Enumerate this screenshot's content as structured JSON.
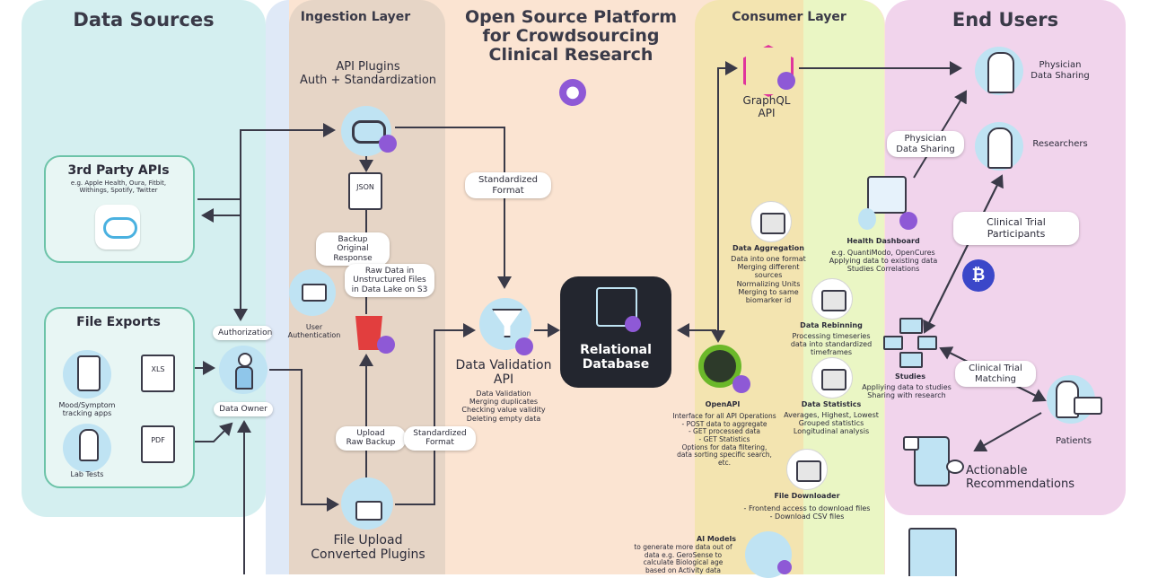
{
  "lanes": {
    "data_sources": "Data Sources",
    "ingestion": "Ingestion Layer",
    "consumer": "Consumer Layer",
    "end_users": "End Users"
  },
  "title": [
    "Open Source Platform",
    "for Crowdsourcing",
    "Clinical Research"
  ],
  "third_party": {
    "title": "3rd Party APIs",
    "subtitle": [
      "e.g. Apple Health, Oura, Fitbit,",
      "Withings, Spotify, Twitter"
    ]
  },
  "file_exports": {
    "title": "File Exports",
    "mood": [
      "Mood/Symptom",
      "tracking apps"
    ],
    "lab": "Lab Tests",
    "xls": "XLS",
    "pdf": "PDF"
  },
  "owner": {
    "authorization": "Authorization",
    "label": "Data Owner",
    "user_auth": [
      "User",
      "Authentication"
    ]
  },
  "ingestion": {
    "api_plugins": [
      "API Plugins",
      "Auth + Standardization"
    ],
    "json": "JSON",
    "backup_original": [
      "Backup Original",
      "Response"
    ],
    "raw_data": [
      "Raw Data in",
      "Unstructured Files",
      "in Data Lake on S3"
    ],
    "upload_raw": [
      "Upload",
      "Raw Backup"
    ],
    "standardized_format_low": [
      "Standardized",
      "Format"
    ],
    "file_upload": [
      "File Upload",
      "Converted Plugins"
    ]
  },
  "core": {
    "standardized_format_top": [
      "Standardized",
      "Format"
    ],
    "validation_title": [
      "Data Validation",
      "API"
    ],
    "validation_list": [
      "Data Validation",
      "Merging duplicates",
      "Checking value validity",
      "Deleting empty data"
    ],
    "database": [
      "Relational",
      "Database"
    ]
  },
  "consumer": {
    "graphql": [
      "GraphQL",
      "API"
    ],
    "aggregation_title": "Data Aggregation",
    "aggregation_list": [
      "Data into one format",
      "Merging different",
      "sources",
      "Normalizing Units",
      "Merging to same",
      "biomarker id"
    ],
    "rebinning_title": "Data Rebinning",
    "rebinning_list": [
      "Processing timeseries",
      "data into standardized",
      "timeframes"
    ],
    "statistics_title": "Data Statistics",
    "statistics_list": [
      "Averages, Highest, Lowest",
      "Grouped statistics",
      "Longitudinal analysis"
    ],
    "openapi_title": "OpenAPI",
    "openapi_list": [
      "Interface for all API Operations",
      "- POST data to aggregate",
      "- GET processed data",
      "- GET Statistics",
      "Options for data filtering,",
      "data sorting specific search,",
      "etc."
    ],
    "downloader_title": "File Downloader",
    "downloader_list": [
      "- Frontend access to download files",
      "- Download CSV files"
    ],
    "ai_title": "AI Models",
    "ai_list": [
      "to generate more data out of",
      "data e.g. GeroSense to",
      "calculate Biological age",
      "based on Activity data"
    ]
  },
  "end_users": {
    "physician_top": [
      "Physician",
      "Data Sharing"
    ],
    "researchers": "Researchers",
    "physician_pill": [
      "Physician",
      "Data Sharing"
    ],
    "health_dashboard_title": "Health Dashboard",
    "health_dashboard_list": [
      "e.g. QuantiModo, OpenCures",
      "Applying data to existing data",
      "Studies Correlations"
    ],
    "clinical_trial_participants": "Clinical Trial Participants",
    "studies_title": "Studies",
    "studies_list": [
      "Appliying data to studies",
      "Sharing with research"
    ],
    "clinical_trial_matching": [
      "Clinical Trial",
      "Matching"
    ],
    "patients": "Patients",
    "actionable": [
      "Actionable",
      "Recommendations"
    ]
  },
  "colors": {
    "data_sources_bg": "#d4eff0",
    "ingestion_bg": "#e6d5c6",
    "platform_bg": "#fbe4d2",
    "consumer_bg": "#f3e4b0",
    "consumer_green": "#eaf6c4",
    "end_users_bg": "#f1d4ec",
    "arrow": "#3a3a48",
    "accent_purple": "#8e59d6",
    "bitcoin_blue": "#3b47c9"
  }
}
